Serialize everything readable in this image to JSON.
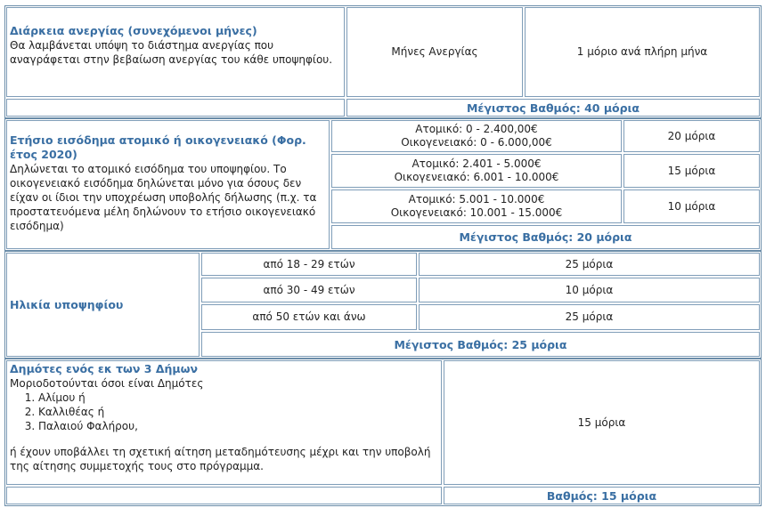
{
  "section1": {
    "title": "Διάρκεια ανεργίας (συνεχόμενοι μήνες)",
    "description": "Θα λαμβάνεται υπόψη το διάστημα ανεργίας που αναγράφεται στην βεβαίωση ανεργίας του κάθε υποψηφίου.",
    "criterion": "Μήνες Ανεργίας",
    "points": "1 μόριο ανά πλήρη μήνα",
    "max": "Μέγιστος Βαθμός:  40  μόρια"
  },
  "section2": {
    "title": "Ετήσιο εισόδημα ατομικό ή οικογενειακό (Φορ. έτος 2020)",
    "description": "Δηλώνεται το ατομικό εισόδημα του υποψηφίου. Το οικογενειακό εισόδημα δηλώνεται μόνο για όσους δεν είχαν οι ίδιοι την υποχρέωση υποβολής δήλωσης (π.χ. τα προστατευόμενα μέλη δηλώνουν το ετήσιο οικογενειακό εισόδημα)",
    "rows": [
      {
        "line1": "Ατομικό: 0 - 2.400,00€",
        "line2": "Οικογενειακό: 0 - 6.000,00€",
        "points": "20 μόρια"
      },
      {
        "line1": "Ατομικό: 2.401 - 5.000€",
        "line2": "Οικογενειακό: 6.001 - 10.000€",
        "points": "15 μόρια"
      },
      {
        "line1": "Ατομικό: 5.001 - 10.000€",
        "line2": "Οικογενειακό: 10.001 - 15.000€",
        "points": "10 μόρια"
      }
    ],
    "max": "Μέγιστος Βαθμός: 20 μόρια"
  },
  "section3": {
    "title": "Ηλικία υποψηφίου",
    "rows": [
      {
        "range": "από 18 - 29 ετών",
        "points": "25 μόρια"
      },
      {
        "range": "από 30 - 49 ετών",
        "points": "10 μόρια"
      },
      {
        "range": "από 50 ετών και άνω",
        "points": "25 μόρια"
      }
    ],
    "max": "Μέγιστος Βαθμός: 25 μόρια"
  },
  "section4": {
    "title": "Δημότες ενός εκ των 3 Δήμων",
    "intro": "Μοριοδοτούνται όσοι είναι Δημότες",
    "items": [
      "Αλίμου ή",
      "Καλλιθέας ή",
      "Παλαιού Φαλήρου,"
    ],
    "outro": "ή έχουν υποβάλλει τη σχετική αίτηση μεταδημότευσης μέχρι και την υποβολή της αίτησης συμμετοχής τους στο πρόγραμμα.",
    "points": "15 μόρια",
    "max": "Βαθμός:  15  μόρια"
  }
}
